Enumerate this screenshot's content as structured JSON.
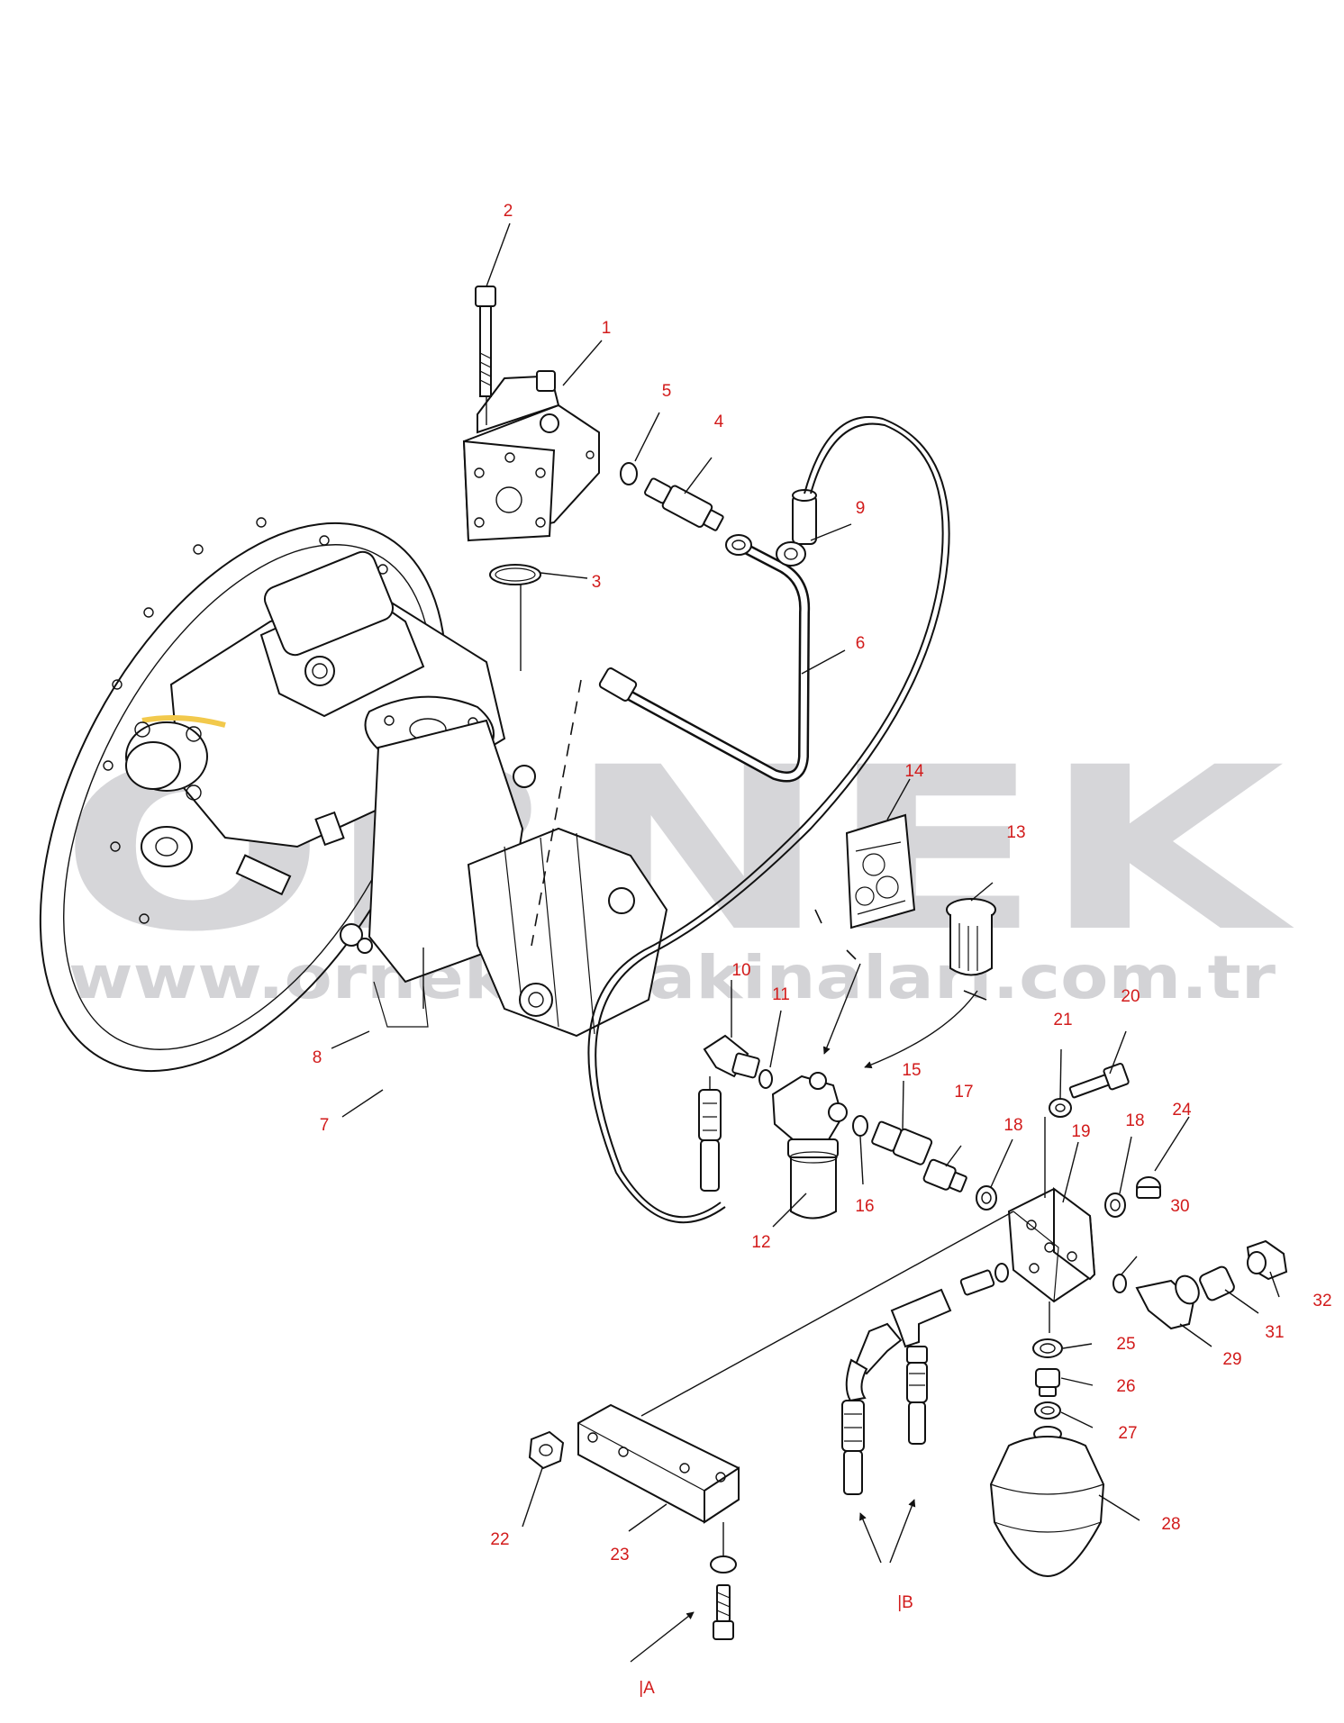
{
  "watermark": {
    "brand": "ORNEK",
    "url": "www.ornekismakinalari.com.tr",
    "color": "#c8c8cc"
  },
  "callouts": {
    "p1": "1",
    "p2": "2",
    "p3": "3",
    "p4": "4",
    "p5": "5",
    "p6": "6",
    "p7": "7",
    "p8": "8",
    "p9": "9",
    "p10": "10",
    "p11": "11",
    "p12": "12",
    "p13": "13",
    "p14": "14",
    "p15": "15",
    "p16": "16",
    "p17": "17",
    "p18a": "18",
    "p18b": "18",
    "p19": "19",
    "p20": "20",
    "p21": "21",
    "p22": "22",
    "p23": "23",
    "p24": "24",
    "p25": "25",
    "p26": "26",
    "p27": "27",
    "p28": "28",
    "p29": "29",
    "p30": "30",
    "p31": "31",
    "p32": "32"
  },
  "views": {
    "a": "|A",
    "b": "|B"
  },
  "colors": {
    "callout": "#d21b1b",
    "line": "#111111",
    "highlight": "#f2c94c"
  }
}
